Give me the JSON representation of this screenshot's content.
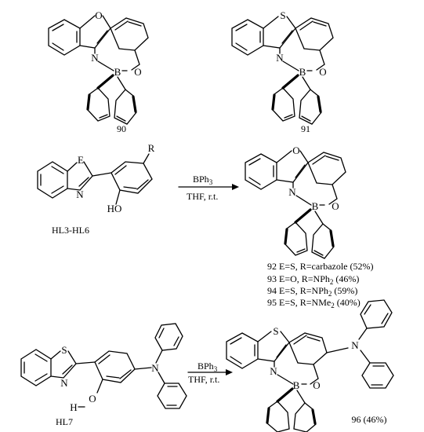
{
  "compound_90": {
    "label": "90",
    "atoms": {
      "o_ring": "O",
      "n": "N",
      "b": "B",
      "o_chelate": "O"
    }
  },
  "compound_91": {
    "label": "91",
    "atoms": {
      "s_ring": "S",
      "n": "N",
      "b": "B",
      "o_chelate": "O"
    }
  },
  "reaction_1": {
    "reactant": {
      "label": "HL3-HL6",
      "atoms": {
        "e": "E",
        "n": "N",
        "r": "R",
        "ho": "HO"
      }
    },
    "reagent": "BPh",
    "reagent_sub": "3",
    "conditions": "THF, r.t.",
    "product_atoms": {
      "o_ring": "O",
      "n": "N",
      "b": "B",
      "o_chelate": "O"
    },
    "products": [
      {
        "pre": "92 E=S, R=carbazole (52%)",
        "sub": "",
        "post": ""
      },
      {
        "pre": "93 E=O, R=NPh",
        "sub": "2",
        "post": " (46%)"
      },
      {
        "pre": "94 E=S, R=NPh",
        "sub": "2",
        "post": " (59%)"
      },
      {
        "pre": "95 E=S, R=NMe",
        "sub": "2",
        "post": " (40%)"
      }
    ]
  },
  "reaction_2": {
    "reactant": {
      "label": "HL7",
      "atoms": {
        "s": "S",
        "n": "N",
        "n_amine": "N",
        "h": "H",
        "o": "O"
      }
    },
    "reagent": "BPh",
    "reagent_sub": "3",
    "conditions": "THF, r.t.",
    "product": {
      "label": "96 (46%)",
      "atoms": {
        "s": "S",
        "n": "N",
        "b": "B",
        "o": "O",
        "n_amine": "N"
      }
    }
  }
}
